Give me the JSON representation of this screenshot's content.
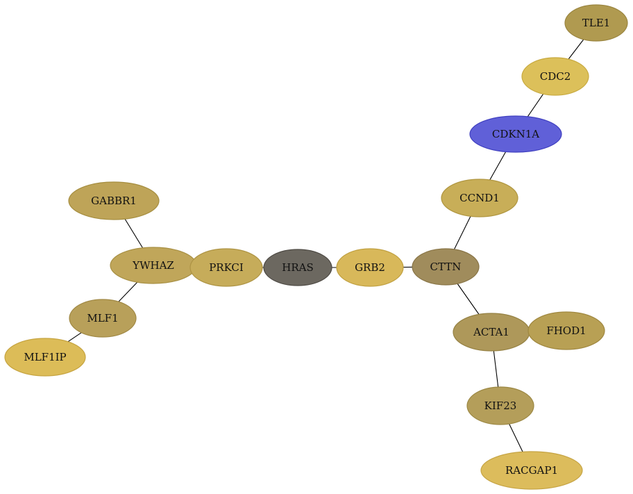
{
  "nodes": [
    {
      "id": "TLE1",
      "label": "TLE1",
      "color": "#b09a50",
      "stroke": "#9a8540"
    },
    {
      "id": "CDC2",
      "label": "CDC2",
      "color": "#dcc05a",
      "stroke": "#c8aa40"
    },
    {
      "id": "CDKN1A",
      "label": "CDKN1A",
      "color": "#6060d8",
      "stroke": "#4040c0"
    },
    {
      "id": "CCND1",
      "label": "CCND1",
      "color": "#c8ae58",
      "stroke": "#b09640"
    },
    {
      "id": "GABBR1",
      "label": "GABBR1",
      "color": "#bea458",
      "stroke": "#a68e40"
    },
    {
      "id": "YWHAZ",
      "label": "YWHAZ",
      "color": "#c0a65a",
      "stroke": "#a89044"
    },
    {
      "id": "PRKCI",
      "label": "PRKCI",
      "color": "#c6ac5a",
      "stroke": "#ae9444"
    },
    {
      "id": "HRAS",
      "label": "HRAS",
      "color": "#6c6860",
      "stroke": "#4e4a44"
    },
    {
      "id": "GRB2",
      "label": "GRB2",
      "color": "#d8b85a",
      "stroke": "#c0a040"
    },
    {
      "id": "CTTN",
      "label": "CTTN",
      "color": "#a08c5c",
      "stroke": "#887446"
    },
    {
      "id": "MLF1",
      "label": "MLF1",
      "color": "#b8a05a",
      "stroke": "#a08844"
    },
    {
      "id": "MLF1IP",
      "label": "MLF1IP",
      "color": "#dcbc58",
      "stroke": "#c6a440"
    },
    {
      "id": "ACTA1",
      "label": "ACTA1",
      "color": "#ae985a",
      "stroke": "#968244"
    },
    {
      "id": "FHOD1",
      "label": "FHOD1",
      "color": "#b8a054",
      "stroke": "#a08840"
    },
    {
      "id": "KIF23",
      "label": "KIF23",
      "color": "#b49e5a",
      "stroke": "#9c8844"
    },
    {
      "id": "RACGAP1",
      "label": "RACGAP1",
      "color": "#dcbc5c",
      "stroke": "#c6a444"
    }
  ],
  "edges": [
    [
      "TLE1",
      "CDC2"
    ],
    [
      "CDC2",
      "CDKN1A"
    ],
    [
      "CDKN1A",
      "CCND1"
    ],
    [
      "CCND1",
      "CTTN"
    ],
    [
      "GABBR1",
      "YWHAZ"
    ],
    [
      "YWHAZ",
      "PRKCI"
    ],
    [
      "YWHAZ",
      "MLF1"
    ],
    [
      "MLF1",
      "MLF1IP"
    ],
    [
      "PRKCI",
      "HRAS"
    ],
    [
      "HRAS",
      "GRB2"
    ],
    [
      "GRB2",
      "CTTN"
    ],
    [
      "CTTN",
      "ACTA1"
    ],
    [
      "ACTA1",
      "FHOD1"
    ],
    [
      "ACTA1",
      "KIF23"
    ],
    [
      "KIF23",
      "RACGAP1"
    ]
  ]
}
